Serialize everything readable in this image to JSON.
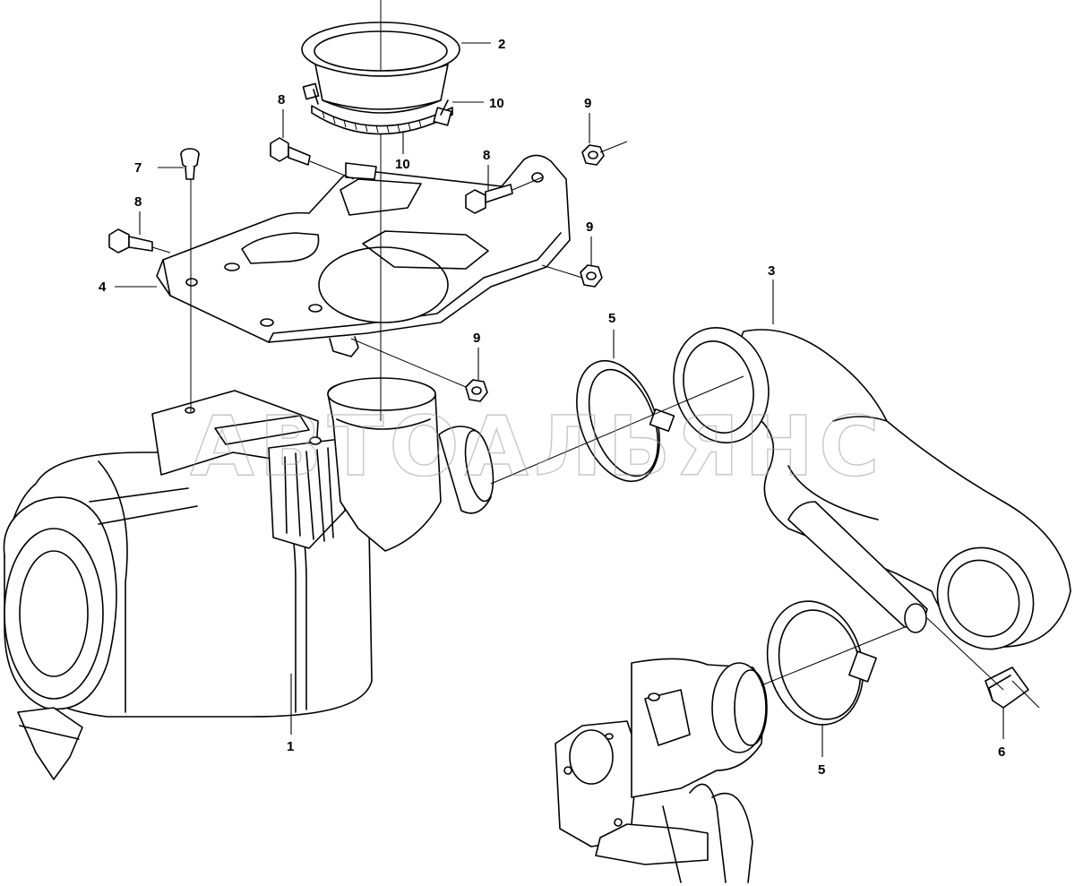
{
  "diagram": {
    "watermark": "АВТОАЛЬЯНС",
    "callouts": [
      "1",
      "2",
      "3",
      "4",
      "5",
      "5",
      "6",
      "7",
      "8",
      "8",
      "8",
      "9",
      "9",
      "9",
      "10",
      "10"
    ]
  }
}
